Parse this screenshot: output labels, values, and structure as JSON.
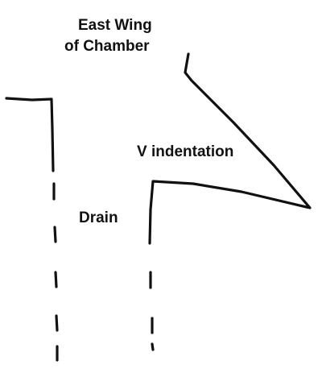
{
  "labels": {
    "east_wing_line1": "East Wing",
    "east_wing_line2": "of Chamber",
    "v_indentation": "V indentation",
    "drain": "Drain"
  },
  "colors": {
    "ink": "#111111",
    "background": "#ffffff"
  }
}
